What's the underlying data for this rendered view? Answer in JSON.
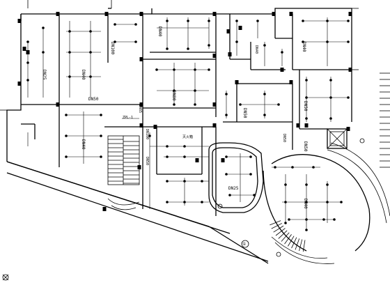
{
  "labels": {
    "zpl": "ZPL-1",
    "fire_box": "灭火箱",
    "dn25_a": "DN25",
    "dn25_b": "DN25",
    "dn40_a": "DN40",
    "dn40_b": "DN40",
    "dn40_c": "DN40",
    "dn40_d": "DN40",
    "dn40_e": "DN40",
    "dn40_f": "DN40",
    "dn50_a": "DN50",
    "dn50_b": "DN50",
    "dn50_c": "DN50",
    "dn50_d": "DN50",
    "dn50_e": "DN50",
    "dn50_f": "DN50",
    "dn65": "DN65",
    "dn100_a": "DN100",
    "dn100_b": "DN100",
    "dn80": "DN80",
    "grid_a": "①"
  }
}
